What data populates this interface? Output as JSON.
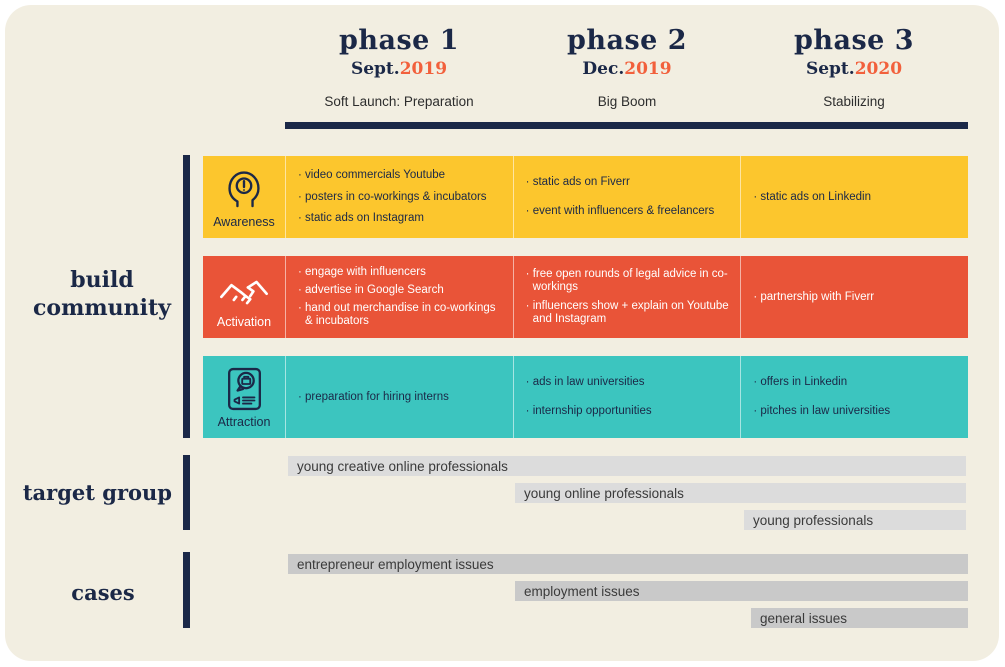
{
  "header": {
    "phases": [
      {
        "title": "phase 1",
        "date_prefix": "Sept.",
        "date_year": "2019",
        "subtitle": "Soft Launch: Preparation"
      },
      {
        "title": "phase 2",
        "date_prefix": "Dec.",
        "date_year": "2019",
        "subtitle": "Big Boom"
      },
      {
        "title": "phase 3",
        "date_prefix": "Sept.",
        "date_year": "2020",
        "subtitle": "Stabilizing"
      }
    ]
  },
  "sections": {
    "build_community_label": "build\ncommunity",
    "target_group_label": "target group",
    "cases_label": "cases"
  },
  "rows": [
    {
      "name": "Awareness",
      "icon": "head-exclamation-icon",
      "color": "#fcc62d",
      "text_color": "#1b2847",
      "columns": [
        [
          "· video commercials Youtube",
          "· posters in co-workings & incubators",
          "· static ads on Instagram"
        ],
        [
          "· static ads on Fiverr",
          "· event with influencers & freelancers"
        ],
        [
          "· static ads on Linkedin"
        ]
      ]
    },
    {
      "name": "Activation",
      "icon": "handshake-icon",
      "color": "#e95438",
      "text_color": "#ffffff",
      "columns": [
        [
          "· engage with influencers",
          "· advertise in Google Search",
          "· hand out merchandise in co-workings & incubators"
        ],
        [
          "· free open rounds of legal advice in co-workings",
          "· influencers show + explain on Youtube and Instagram"
        ],
        [
          "· partnership with Fiverr"
        ]
      ]
    },
    {
      "name": "Attraction",
      "icon": "job-posting-icon",
      "color": "#3cc5bf",
      "text_color": "#1b2847",
      "columns": [
        [
          "· preparation for hiring interns"
        ],
        [
          "· ads in law universities",
          "· internship opportunities"
        ],
        [
          "· offers in Linkedin",
          "· pitches in law universities"
        ]
      ]
    }
  ],
  "target_group": {
    "bars": [
      "young creative online professionals",
      "young online professionals",
      "young professionals"
    ]
  },
  "cases": {
    "bars": [
      "entrepreneur employment issues",
      "employment issues",
      "general issues"
    ]
  },
  "colors": {
    "background": "#f2eee1",
    "navy": "#1b2847",
    "yellow": "#fcc62d",
    "orange": "#e95438",
    "teal": "#3cc5bf",
    "date_accent": "#f2603c",
    "target_bar": "#dcdcdc",
    "cases_bar": "#c9c9c9"
  }
}
